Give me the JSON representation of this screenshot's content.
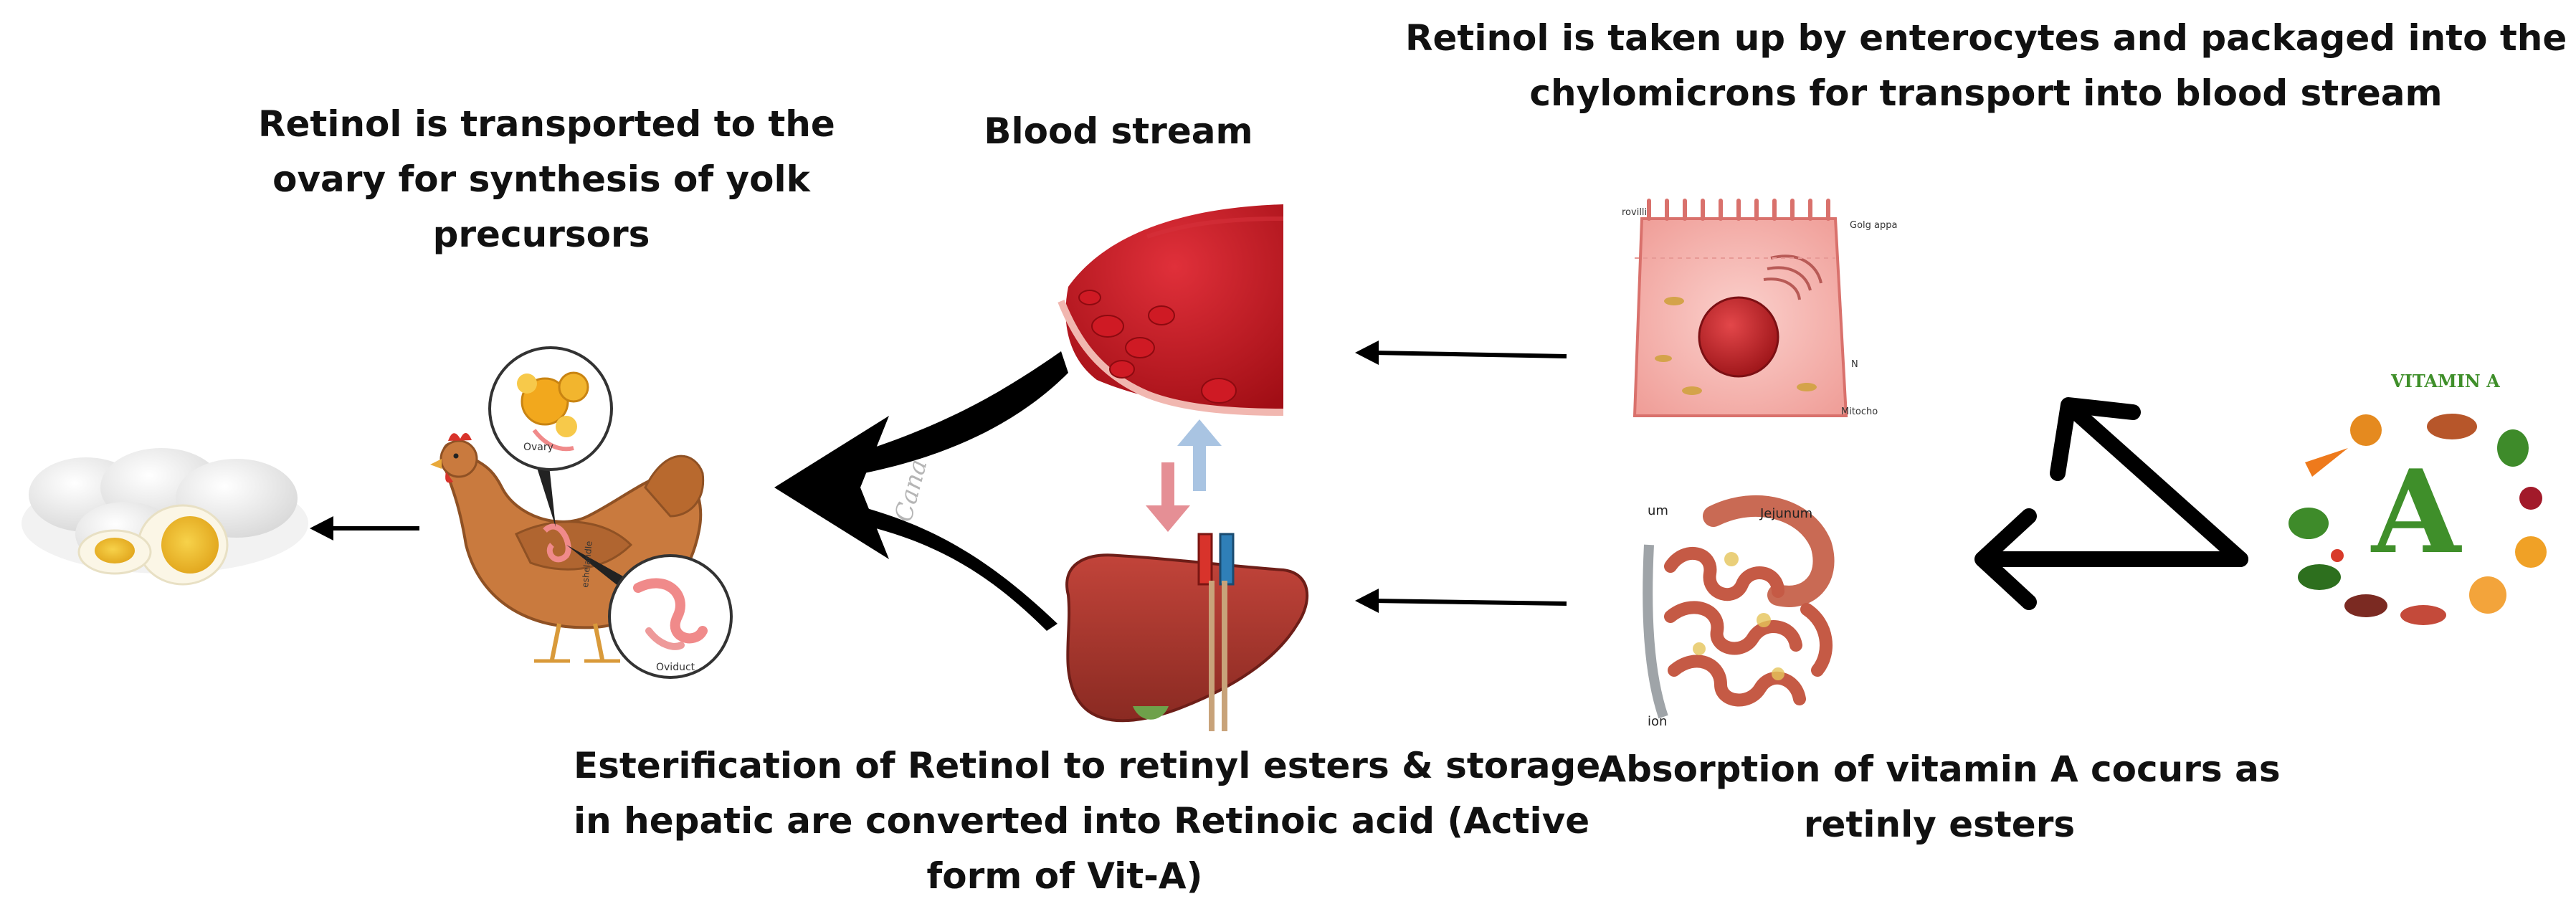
{
  "labels": {
    "enterocytes": {
      "line1": "Retinol is taken up by enterocytes and packaged into the",
      "line2": "chylomicrons for transport into blood stream"
    },
    "ovary": {
      "line1": "Retinol is transported to the",
      "line2": "ovary for synthesis of yolk",
      "line3": "precursors"
    },
    "blood": {
      "line1": "Blood stream"
    },
    "liver": {
      "line1": "Esterification of Retinol to retinyl esters & storage",
      "line2": "in hepatic  are converted into Retinoic acid (Active",
      "line3": "form of Vit-A)"
    },
    "absorption": {
      "line1": "Absorption of vitamin A cocurs as",
      "line2": "retinly esters"
    }
  },
  "images": {
    "vitamin_a": {
      "title": "VITAMIN  A",
      "letter": "A"
    },
    "enterocyte": {
      "tag_microvilli": "rovilli",
      "tag_golgi": "Golg appa",
      "tag_mito": "Mitocho",
      "tag_n": "N"
    },
    "intestine": {
      "tag_jejunum": "Jejunum",
      "tag_top": "um",
      "tag_bottom": "ion"
    },
    "hen": {
      "tag_ovary": "Ovary",
      "tag_oviduct": "Oviduct",
      "tag_shell": "eshelandle"
    },
    "watermark": "Cana"
  },
  "colors": {
    "text": "#111111",
    "arrow": "#000000",
    "arrow_up": "#a9c4e2",
    "arrow_down": "#e58f95",
    "blood": "#c0141c",
    "liver": "#a43328",
    "hen": "#c97a3e",
    "cell": "#f4a8a4",
    "intestine": "#c96a54",
    "vitamin_letter": "#3f8f2a"
  }
}
